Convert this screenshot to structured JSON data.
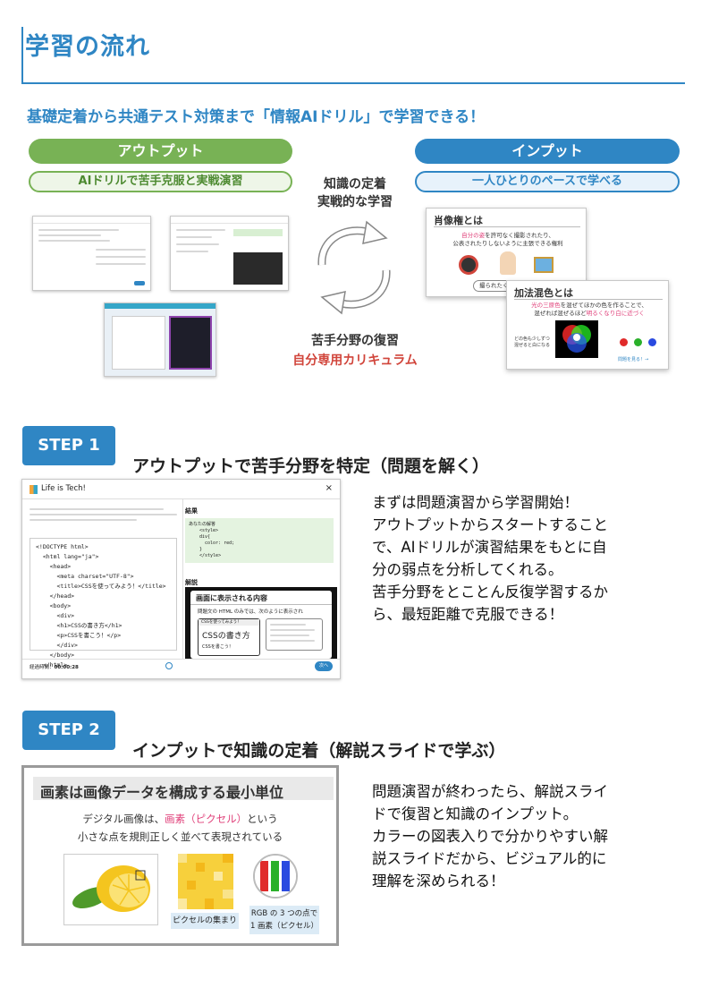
{
  "header": {
    "title": "学習の流れ",
    "subtitle": "基礎定着から共通テスト対策まで「情報AIドリル」で学習できる！"
  },
  "output": {
    "label": "アウトプット",
    "caption": "AIドリルで苦手克服と実戦演習"
  },
  "input": {
    "label": "インプット",
    "caption": "一人ひとりのペースで学べる"
  },
  "cycle": {
    "top_line1": "知識の定着",
    "top_line2": "実戦的な学習",
    "bottom_line1": "苦手分野の復習",
    "bottom_line2": "自分専用カリキュラム"
  },
  "slide_cards": {
    "card1_title": "肖像権とは",
    "card1_text_a": "自分の姿",
    "card1_text_b": "を許可なく撮影されたり、",
    "card1_text_c": "公表されたりしないように主張できる権利",
    "card1_label": "撮られたくない",
    "card2_title": "加法混色とは",
    "card2_text_a": "光の三原色",
    "card2_text_b": "を混ぜてほかの色を作ることで、",
    "card2_text_c": "混ぜれば混ぜるほど",
    "card2_text_d": "明るくなり白に近づく",
    "card2_side": "どの色も少しずつ混ぜると白になる",
    "card2_link": "問題を見る！→"
  },
  "step1": {
    "badge": "STEP 1",
    "heading": "アウトプットで苦手分野を特定（問題を解く）",
    "lines": [
      "まずは問題演習から学習開始！",
      "アウトプットからスタートすること",
      "で、AIドリルが演習結果をもとに自",
      "分の弱点を分析してくれる。",
      "苦手分野をとことん反復学習するか",
      "ら、最短距離で克服できる！"
    ],
    "screenshot": {
      "brand": "Life is Tech!",
      "close": "×",
      "result_label": "結果",
      "answer_label": "あなたの解答",
      "explain_label": "解説",
      "display_title": "画面に表示される内容",
      "display_desc": "問題文の HTML のみでは、次のように表示され",
      "heading_preview": "CSSの書き方",
      "preview_sub": "CSSを書こう！",
      "tab_label": "CSSを使ってみよう！",
      "timer_label": "経過時間：",
      "timer_value": "00:00:28",
      "next_button": "次へ",
      "code_lines": [
        "<!DOCTYPE html>",
        "  <html lang=\"ja\">",
        "    <head>",
        "      <meta charset=\"UTF-8\">",
        "      <title>CSSを使ってみよう！</title>",
        "    </head>",
        "    <body>",
        "      <div>",
        "      <h1>CSSの書き方</h1>",
        "      <p>CSSを書こう！</p>",
        "      </div>",
        "    </body>",
        "  </html>"
      ],
      "answer_lines": [
        "<style>",
        "div{",
        "  color: red;",
        "}",
        "</style>"
      ]
    }
  },
  "step2": {
    "badge": "STEP 2",
    "heading": "インプットで知識の定着（解説スライドで学ぶ）",
    "lines": [
      "問題演習が終わったら、解説スライ",
      "ドで復習と知識のインプット。",
      "カラーの図表入りで分かりやすい解",
      "説スライドだから、ビジュアル的に",
      "理解を深められる！"
    ],
    "slide": {
      "title": "画素は画像データを構成する最小単位",
      "desc1_a": "デジタル画像は、",
      "desc1_b": "画素（ピクセル）",
      "desc1_c": "という",
      "desc2": "小さな点を規則正しく並べて表現されている",
      "caption1": "ピクセルの集まり",
      "caption2_line1": "RGB の 3 つの点で",
      "caption2_line2": "1 画素（ピクセル）"
    }
  },
  "colors": {
    "blue": "#2f86c4",
    "green": "#78b255",
    "accent_red": "#d1453b",
    "pink": "#e0407a"
  }
}
